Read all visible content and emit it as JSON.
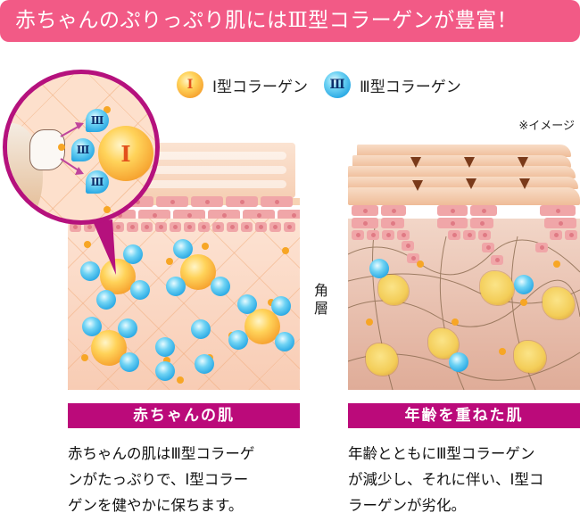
{
  "banner": {
    "title": "赤ちゃんのぷりっぷり肌にはⅢ型コラーゲンが豊富！"
  },
  "legend": {
    "items": [
      {
        "symbol": "Ⅰ",
        "label": "Ⅰ型コラーゲン",
        "color": "#f6a330",
        "icon": "type1-collagen-orange-ball-icon"
      },
      {
        "symbol": "Ⅲ",
        "label": "Ⅲ型コラーゲン",
        "color": "#2aa9e4",
        "icon": "type3-collagen-blue-ball-icon"
      }
    ]
  },
  "note": "※イメージ",
  "magnifier": {
    "big_symbol": "Ⅰ",
    "small_symbols": [
      "Ⅲ",
      "Ⅲ",
      "Ⅲ"
    ]
  },
  "middle_label": {
    "line1": "角",
    "line2": "層"
  },
  "panels": {
    "left": {
      "title": "赤ちゃんの肌",
      "description": [
        "赤ちゃんの肌はⅢ型コラーゲ",
        "ンがたっぷりで、Ⅰ型コラー",
        "ゲンを健やかに保ちます。"
      ]
    },
    "right": {
      "title": "年齢を重ねた肌",
      "description": [
        "年齢とともにⅢ型コラーゲン",
        "が減少し、それに伴い、Ⅰ型コ",
        "ラーゲンが劣化。"
      ]
    }
  },
  "colors": {
    "banner": "#f25a86",
    "band": "#bb0a7a",
    "magnifier_ring": "#b5117d"
  }
}
